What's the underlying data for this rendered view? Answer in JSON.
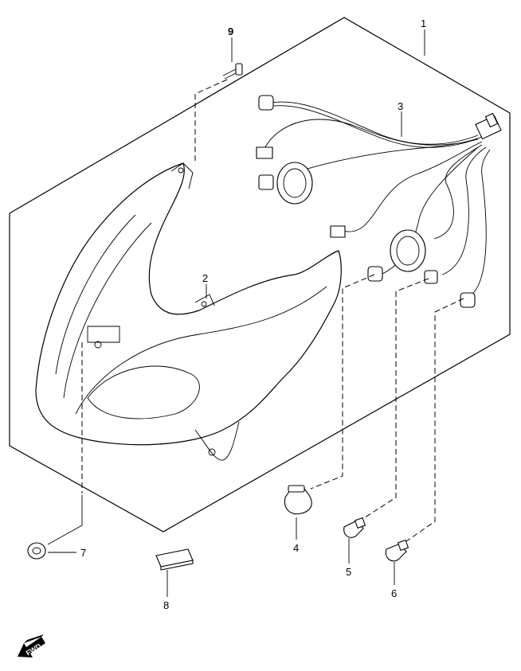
{
  "diagram": {
    "title": "Headlamp assembly exploded parts diagram",
    "callouts": [
      {
        "number": "1",
        "part": "headlamp-assembly"
      },
      {
        "number": "2",
        "part": "headlamp-housing"
      },
      {
        "number": "3",
        "part": "wiring-harness"
      },
      {
        "number": "4",
        "part": "bulb-large"
      },
      {
        "number": "5",
        "part": "bulb-wedge-small"
      },
      {
        "number": "6",
        "part": "bulb-wedge-small-2"
      },
      {
        "number": "7",
        "part": "grommet"
      },
      {
        "number": "8",
        "part": "pad"
      },
      {
        "number": "9",
        "part": "screw"
      }
    ],
    "fwd_label": "FWD"
  }
}
